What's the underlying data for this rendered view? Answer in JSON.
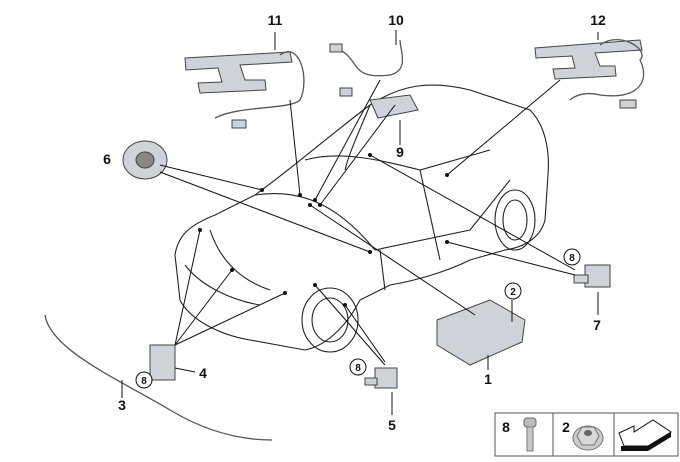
{
  "diagram": {
    "part_labels": {
      "p1": "1",
      "p2": "2",
      "p3": "3",
      "p4": "4",
      "p5": "5",
      "p6": "6",
      "p7": "7",
      "p8": "8",
      "p9": "9",
      "p10": "10",
      "p11": "11",
      "p12": "12"
    },
    "circled_labels": {
      "c8_right": "8",
      "c2": "2",
      "c8_left": "8",
      "c8_front": "8"
    },
    "legend": {
      "screw_label": "8",
      "nut_label": "2"
    }
  }
}
